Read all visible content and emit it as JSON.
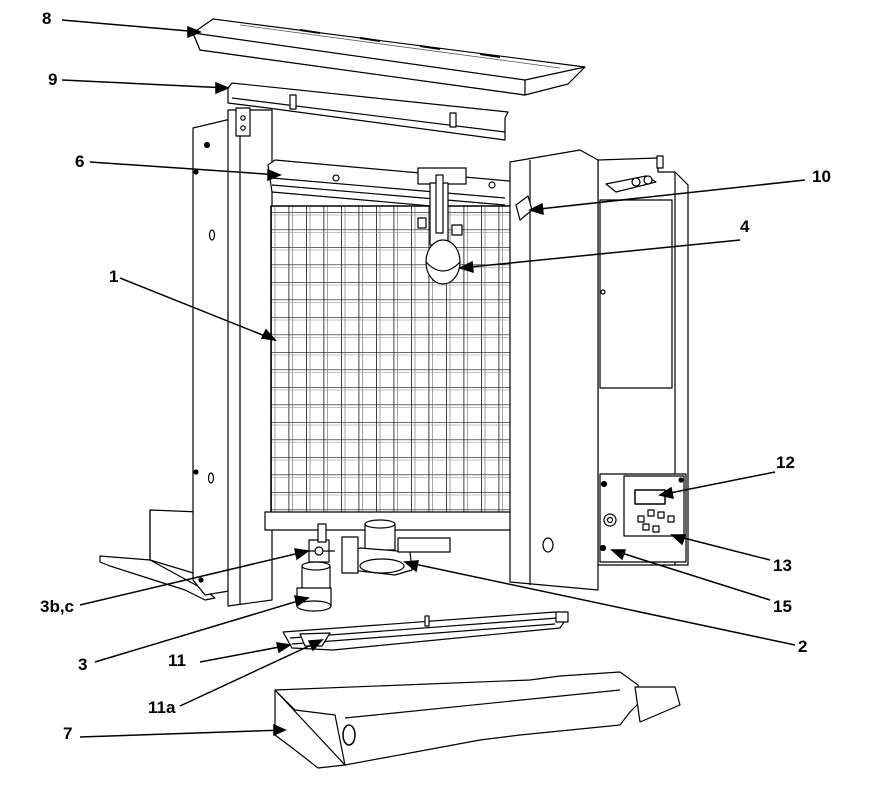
{
  "callouts": {
    "c1": "1",
    "c2": "2",
    "c3": "3",
    "c3bc": "3b,c",
    "c4": "4",
    "c6": "6",
    "c7": "7",
    "c8": "8",
    "c9": "9",
    "c10": "10",
    "c11": "11",
    "c11a": "11a",
    "c12": "12",
    "c13": "13",
    "c15": "15"
  }
}
